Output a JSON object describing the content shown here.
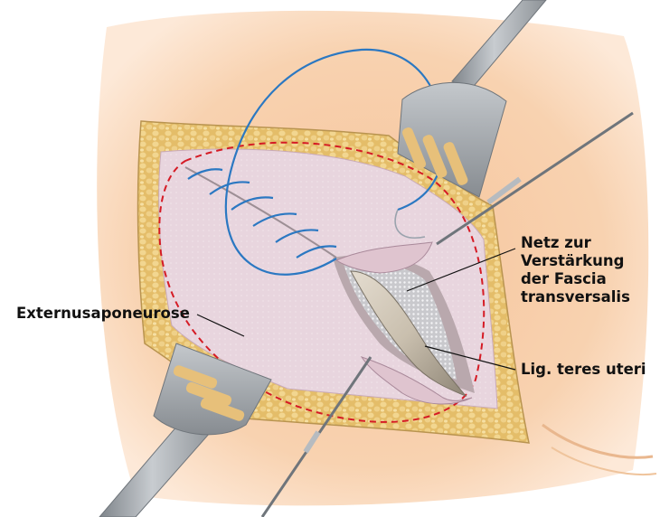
{
  "labels": {
    "externus": "Externusaponeurose",
    "netz": [
      "Netz zur",
      "Verstärkung",
      "der Fascia",
      "transversalis"
    ],
    "ligament": "Lig. teres uteri"
  },
  "colors": {
    "skin": "#f8cfa9",
    "fat": "#e6c374",
    "aponeurosis": "#e9d5df",
    "dashed_line": "#d51b25",
    "suture": "#2b78c2",
    "mesh": "#cfcfd3",
    "instrument": "#9ea2a6"
  }
}
